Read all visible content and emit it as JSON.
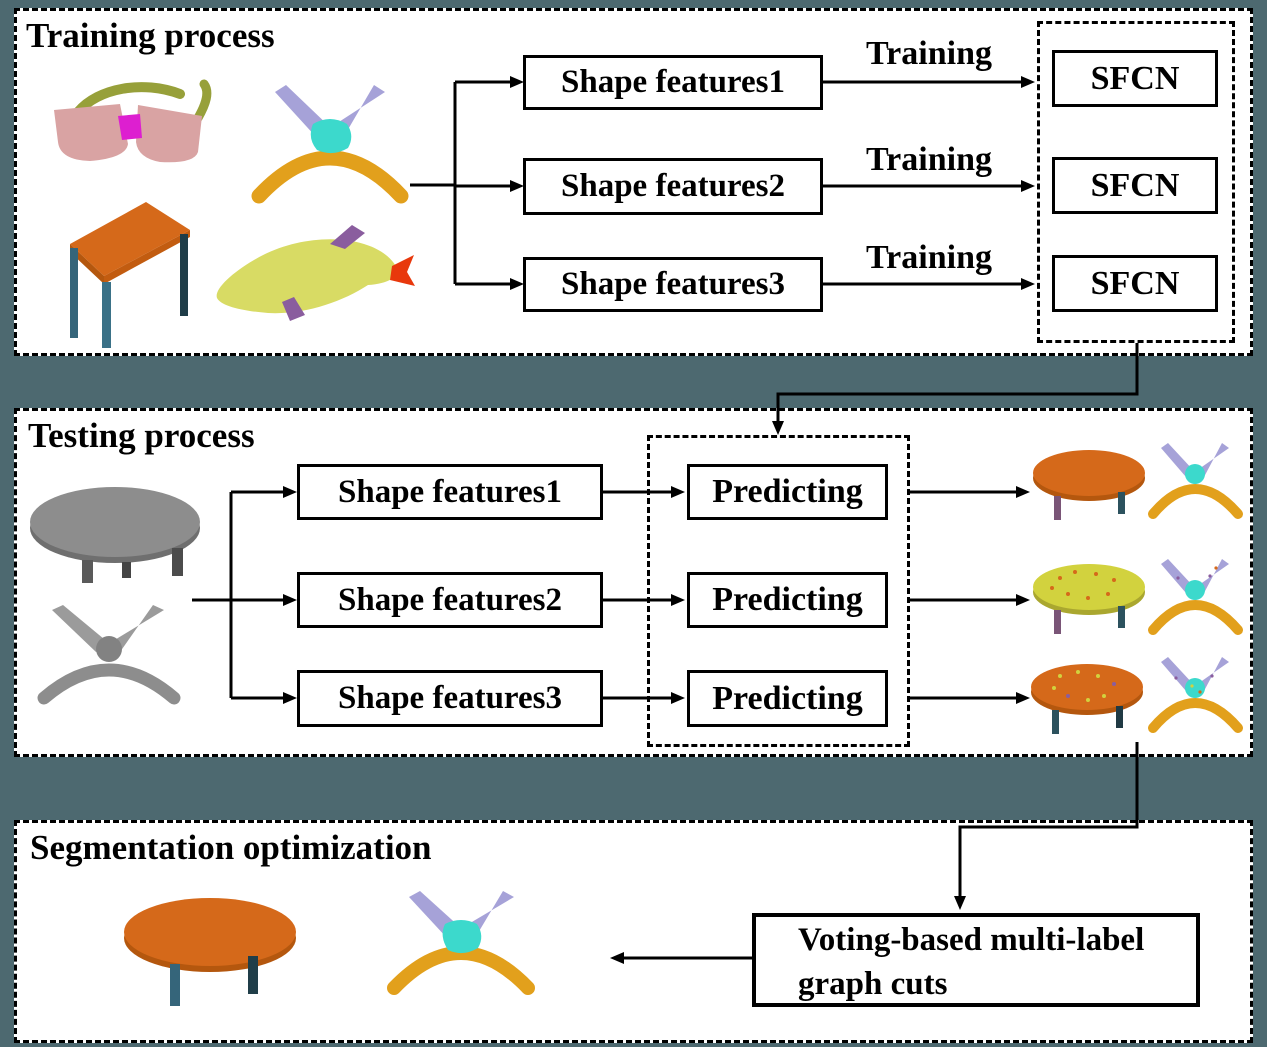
{
  "diagram": {
    "training": {
      "title": "Training process",
      "feature_boxes": [
        "Shape features1",
        "Shape features2",
        "Shape features3"
      ],
      "arrow_labels": [
        "Training",
        "Training",
        "Training"
      ],
      "sfcn_boxes": [
        "SFCN",
        "SFCN",
        "SFCN"
      ],
      "models": [
        "glasses",
        "pliers",
        "table",
        "dolphin"
      ]
    },
    "testing": {
      "title": "Testing process",
      "feature_boxes": [
        "Shape features1",
        "Shape features2",
        "Shape features3"
      ],
      "predicting_boxes": [
        "Predicting",
        "Predicting",
        "Predicting"
      ],
      "models": [
        "gray-table",
        "gray-pliers"
      ],
      "result_rows": 3
    },
    "optimization": {
      "title": "Segmentation optimization",
      "graph_cuts_box": "Voting-based multi-label graph cuts",
      "models": [
        "segmented-table",
        "segmented-pliers"
      ]
    }
  },
  "colors": {
    "background": "#4d6970",
    "panel_bg": "#ffffff",
    "line": "#000000",
    "glasses_frame_pink": "#d9a3a3",
    "glasses_bridge_magenta": "#dd1fd0",
    "glasses_temple_olive": "#97a03a",
    "pliers_leg_orange": "#e2a01c",
    "pliers_center_cyan": "#3cd9cc",
    "pliers_jaw_lavender": "#a6a2d8",
    "table_top_orange": "#d5691a",
    "table_leg_teal": "#35657a",
    "dolphin_body_yellow": "#d8db64",
    "dolphin_fin_purple": "#8a5d9e",
    "dolphin_tail_red": "#e8380c",
    "gray_model": "#8d8d8d",
    "result_table_yellow": "#d2d23e",
    "result_leg_purple": "#7a5577"
  }
}
